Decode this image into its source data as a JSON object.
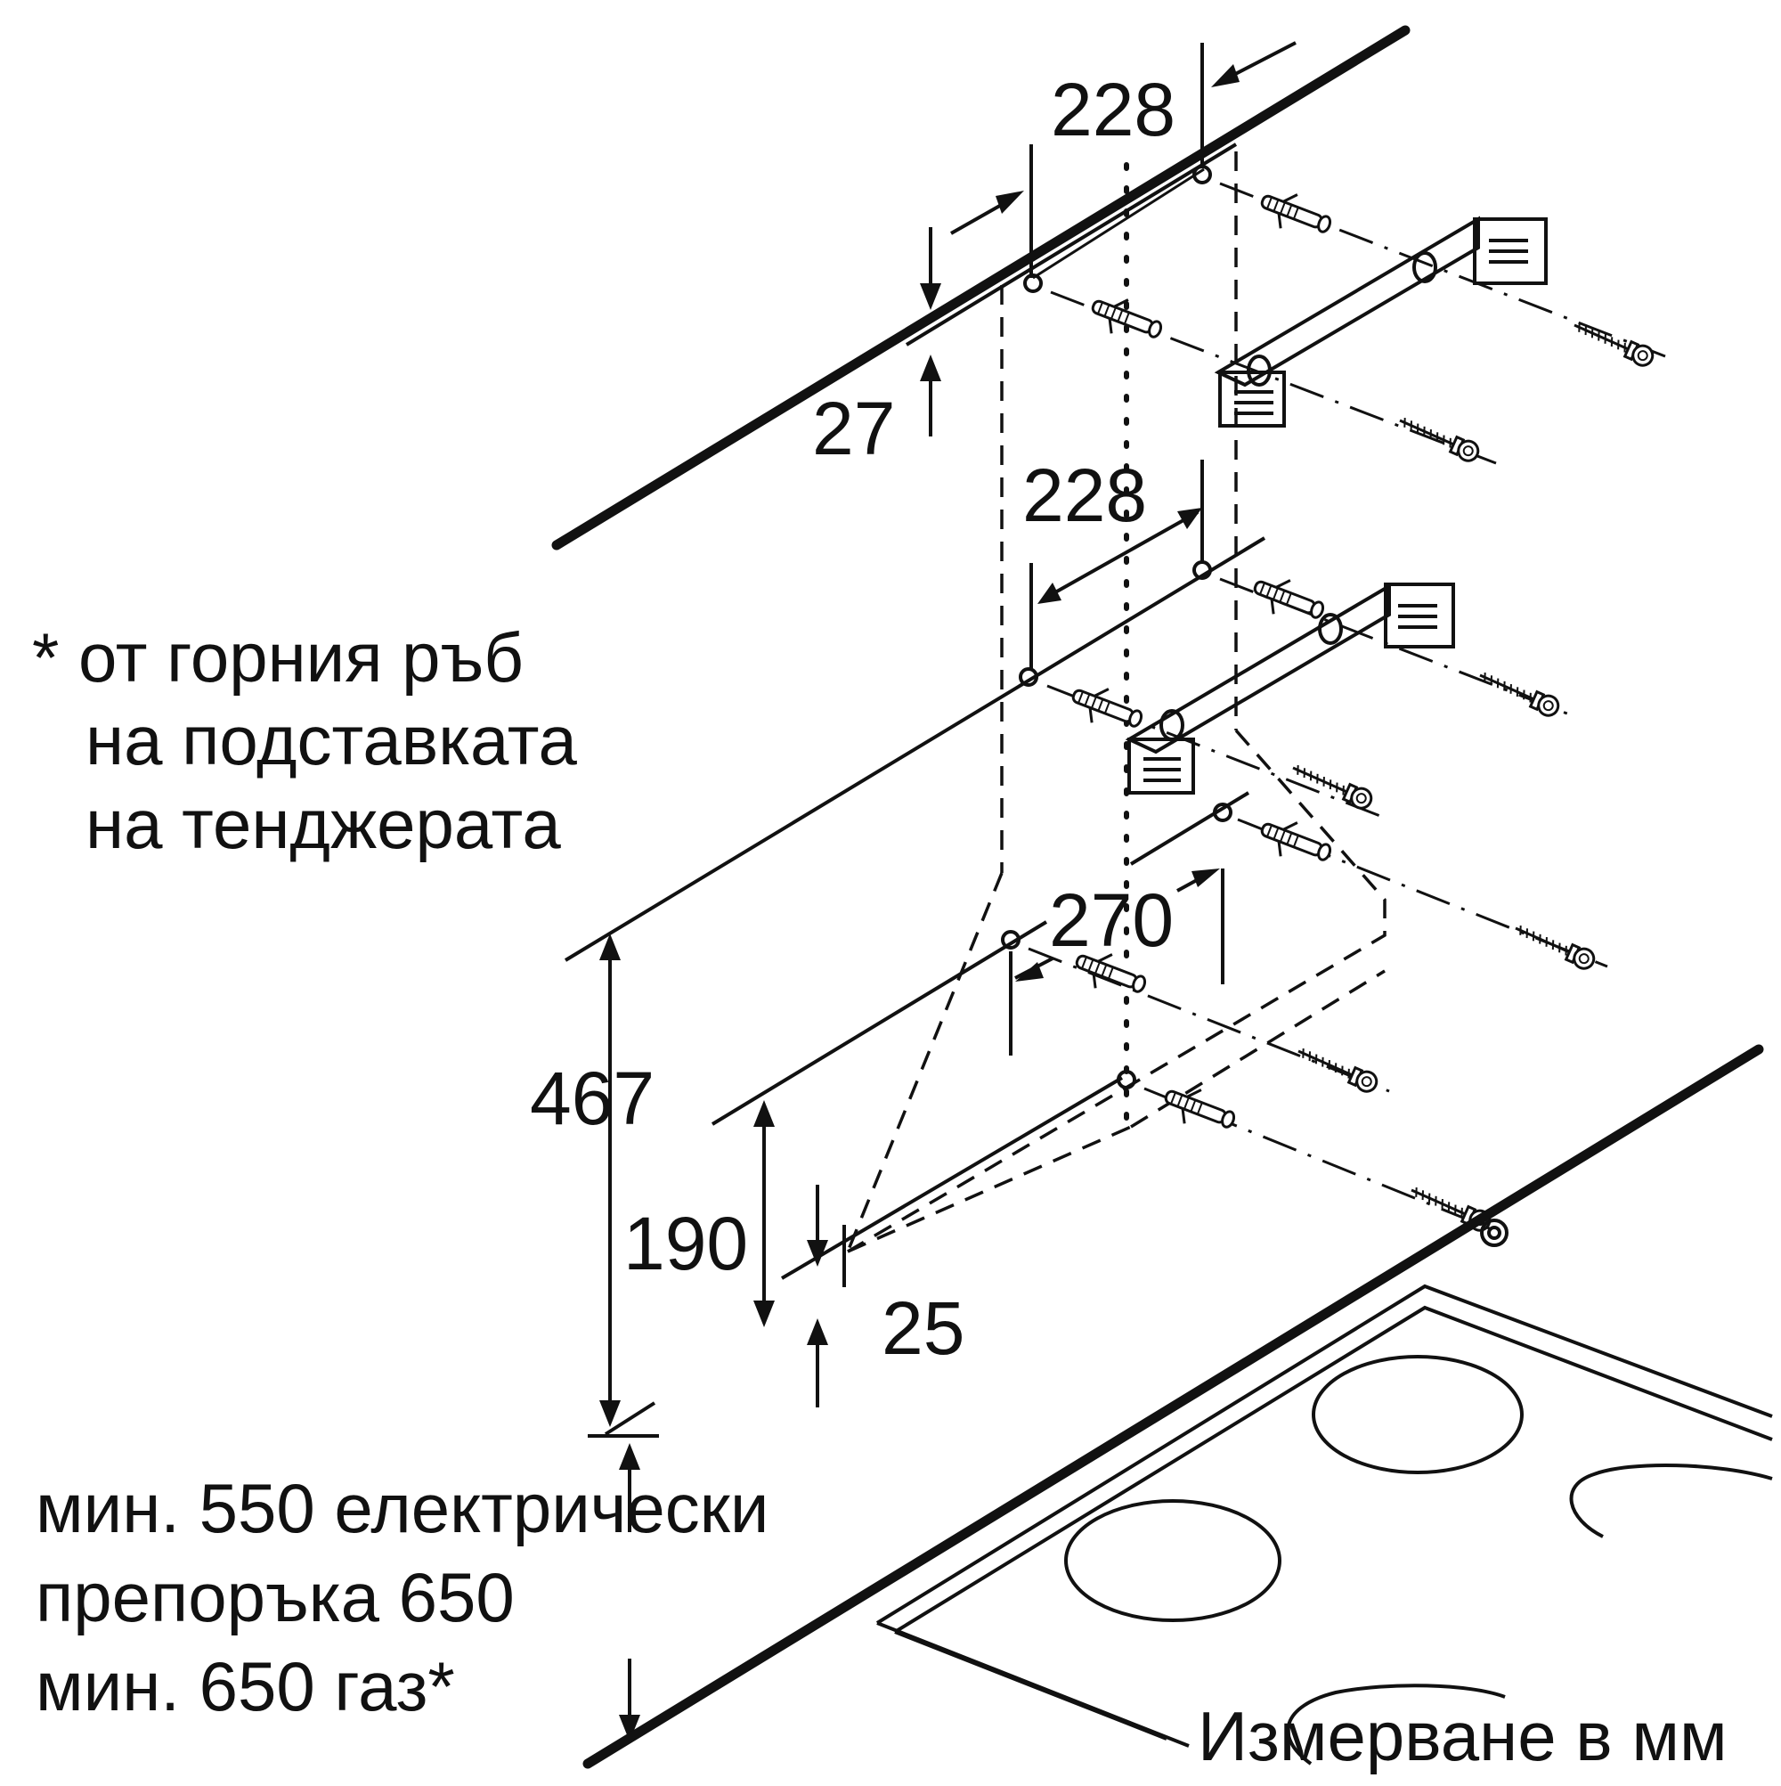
{
  "dimensions": {
    "top_hole_spacing": "228",
    "top_offset": "27",
    "middle_hole_spacing": "228",
    "lower_hole_spacing": "270",
    "height_467": "467",
    "height_190": "190",
    "bottom_offset": "25"
  },
  "reference_note": {
    "line1": "* от горния ръб",
    "line2": "на подставката",
    "line3": "на тенджерата"
  },
  "clearance_note": {
    "line1": "мин. 550 електрически",
    "line2": "препоръка 650",
    "line3": "мин. 650 газ*"
  },
  "units_label": "Измерване в мм",
  "icons": [
    "wall-plug-icon",
    "screw-icon",
    "bracket-icon",
    "cooktop-icon"
  ]
}
